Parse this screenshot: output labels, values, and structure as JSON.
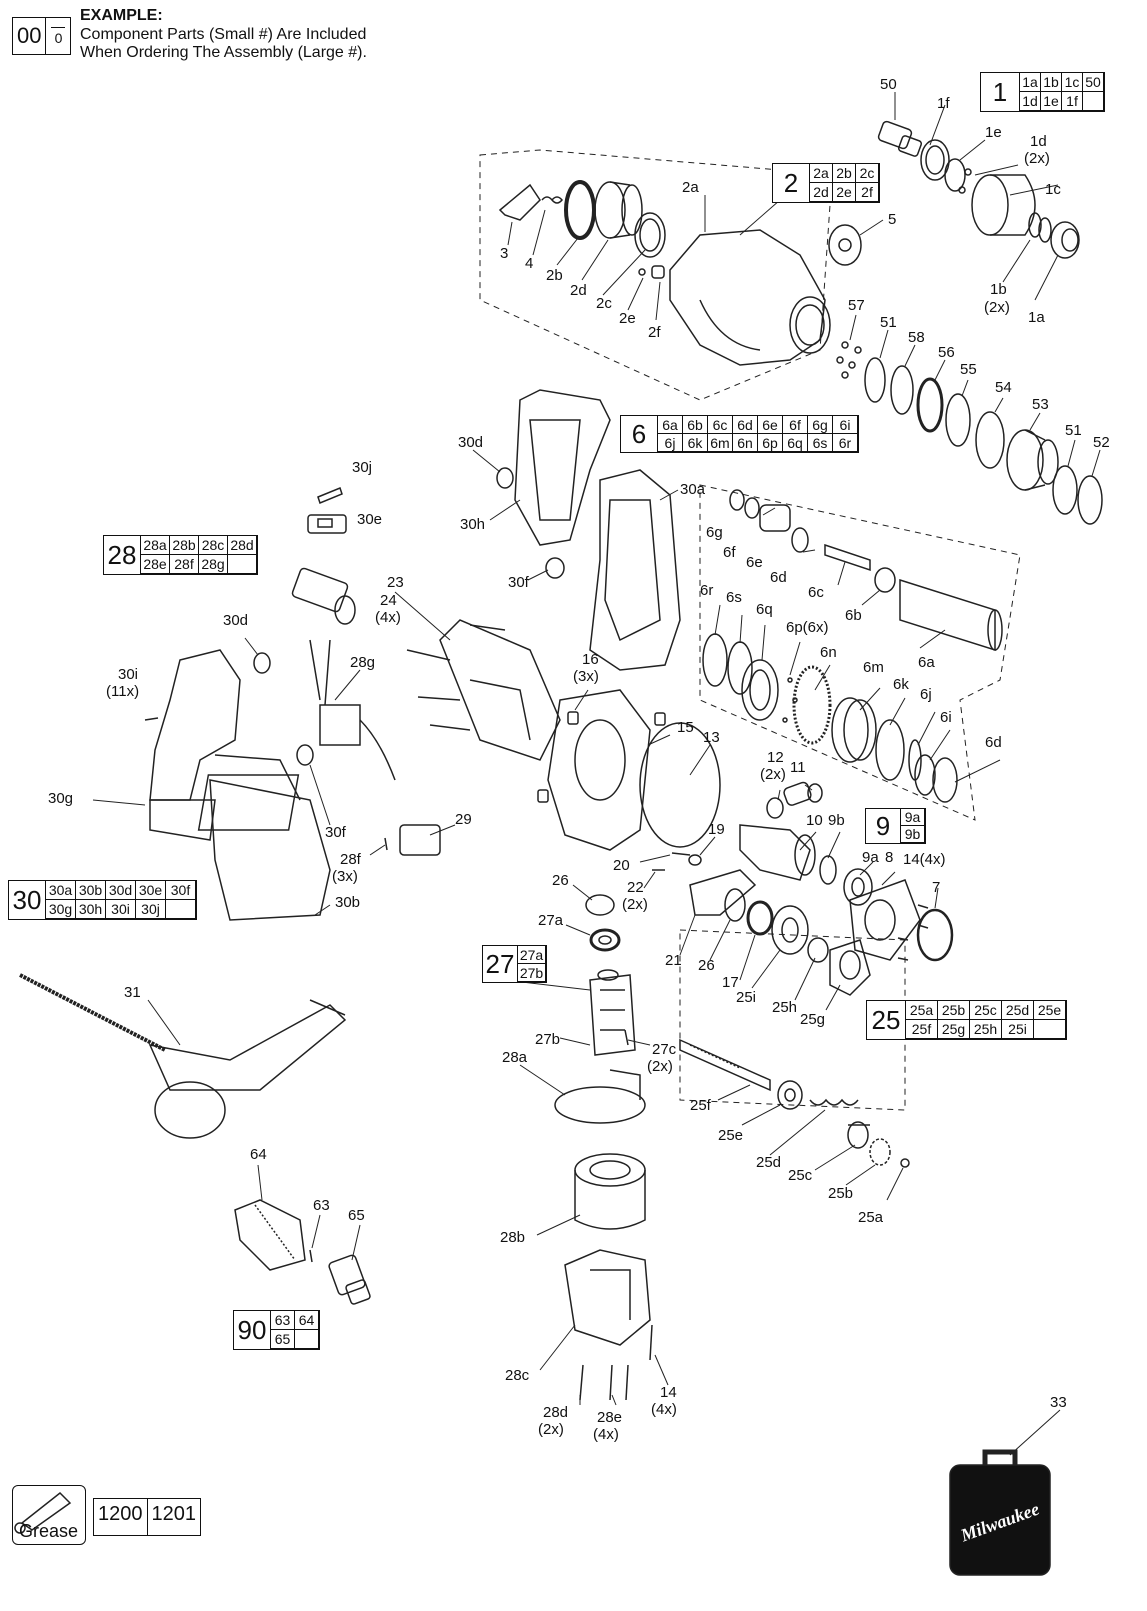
{
  "example": {
    "big": "00",
    "small": "0",
    "title": "EXAMPLE:",
    "line1": "Component Parts (Small #) Are Included",
    "line2": "When Ordering The Assembly (Large #)."
  },
  "groups": [
    {
      "id": "1",
      "cols": 4,
      "parts": [
        "1a",
        "1b",
        "1c",
        "50",
        "1d",
        "1e",
        "1f",
        ""
      ]
    },
    {
      "id": "2",
      "cols": 3,
      "parts": [
        "2a",
        "2b",
        "2c",
        "2d",
        "2e",
        "2f"
      ]
    },
    {
      "id": "6",
      "cols": 8,
      "parts": [
        "6a",
        "6b",
        "6c",
        "6d",
        "6e",
        "6f",
        "6g",
        "6i",
        "6j",
        "6k",
        "6m",
        "6n",
        "6p",
        "6q",
        "6s",
        "6r"
      ]
    },
    {
      "id": "28",
      "cols": 4,
      "parts": [
        "28a",
        "28b",
        "28c",
        "28d",
        "28e",
        "28f",
        "28g",
        ""
      ]
    },
    {
      "id": "9",
      "cols": 1,
      "parts": [
        "9a",
        "9b"
      ]
    },
    {
      "id": "30",
      "cols": 5,
      "parts": [
        "30a",
        "30b",
        "30d",
        "30e",
        "30f",
        "30g",
        "30h",
        "30i",
        "30j",
        ""
      ]
    },
    {
      "id": "27",
      "cols": 1,
      "parts": [
        "27a",
        "27b"
      ]
    },
    {
      "id": "25",
      "cols": 5,
      "parts": [
        "25a",
        "25b",
        "25c",
        "25d",
        "25e",
        "25f",
        "25g",
        "25h",
        "25i",
        ""
      ]
    },
    {
      "id": "90",
      "cols": 2,
      "parts": [
        "63",
        "64",
        "65",
        ""
      ]
    }
  ],
  "labels": {
    "p50": "50",
    "p1f": "1f",
    "p1e": "1e",
    "p1d": "1d",
    "p1d_q": "(2x)",
    "p1c": "1c",
    "p1b": "1b",
    "p1b_q": "(2x)",
    "p1a": "1a",
    "p2a": "2a",
    "p3": "3",
    "p4": "4",
    "p2b": "2b",
    "p2d": "2d",
    "p2c": "2c",
    "p2e": "2e",
    "p2f": "2f",
    "p5": "5",
    "p57": "57",
    "p51a": "51",
    "p58": "58",
    "p56": "56",
    "p55": "55",
    "p54": "54",
    "p53": "53",
    "p51b": "51",
    "p52": "52",
    "p30d_a": "30d",
    "p30j": "30j",
    "p30e": "30e",
    "p30h": "30h",
    "p30a": "30a",
    "p30f_a": "30f",
    "p6g": "6g",
    "p6f": "6f",
    "p6e": "6e",
    "p6d_a": "6d",
    "p6c": "6c",
    "p6b": "6b",
    "p6a": "6a",
    "p23": "23",
    "p24": "24",
    "p24_q": "(4x)",
    "p28g": "28g",
    "p30d_b": "30d",
    "p30i": "30i",
    "p30i_q": "(11x)",
    "p6r": "6r",
    "p6s": "6s",
    "p6q": "6q",
    "p6p": "6p(6x)",
    "p6n": "6n",
    "p6m": "6m",
    "p6k": "6k",
    "p6j": "6j",
    "p6i": "6i",
    "p6d_b": "6d",
    "p16": "16",
    "p16_q": "(3x)",
    "p15": "15",
    "p13": "13",
    "p12": "12",
    "p12_q": "(2x)",
    "p11": "11",
    "p30g": "30g",
    "p30f_b": "30f",
    "p28f": "28f",
    "p28f_q": "(3x)",
    "p29": "29",
    "p30b": "30b",
    "p10": "10",
    "p9b": "9b",
    "p19": "19",
    "p20": "20",
    "p9a": "9a",
    "p8": "8",
    "p14a": "14(4x)",
    "p7": "7",
    "p26a": "26",
    "p22": "22",
    "p22_q": "(2x)",
    "p27a": "27a",
    "p21": "21",
    "p26b": "26",
    "p17": "17",
    "p25i": "25i",
    "p25h": "25h",
    "p25g": "25g",
    "p31": "31",
    "p27b": "27b",
    "p27c": "27c",
    "p27c_q": "(2x)",
    "p28a": "28a",
    "p25f": "25f",
    "p25e": "25e",
    "p25d": "25d",
    "p25c": "25c",
    "p25b": "25b",
    "p25a": "25a",
    "p64": "64",
    "p63": "63",
    "p65": "65",
    "p28b": "28b",
    "p28c": "28c",
    "p28d": "28d",
    "p28d_q": "(2x)",
    "p28e": "28e",
    "p28e_q": "(4x)",
    "p14b": "14",
    "p14b_q": "(4x)",
    "p33": "33"
  },
  "grease": {
    "label": "Grease",
    "codes": [
      "1200",
      "1201"
    ]
  },
  "case_brand": "Milwaukee"
}
